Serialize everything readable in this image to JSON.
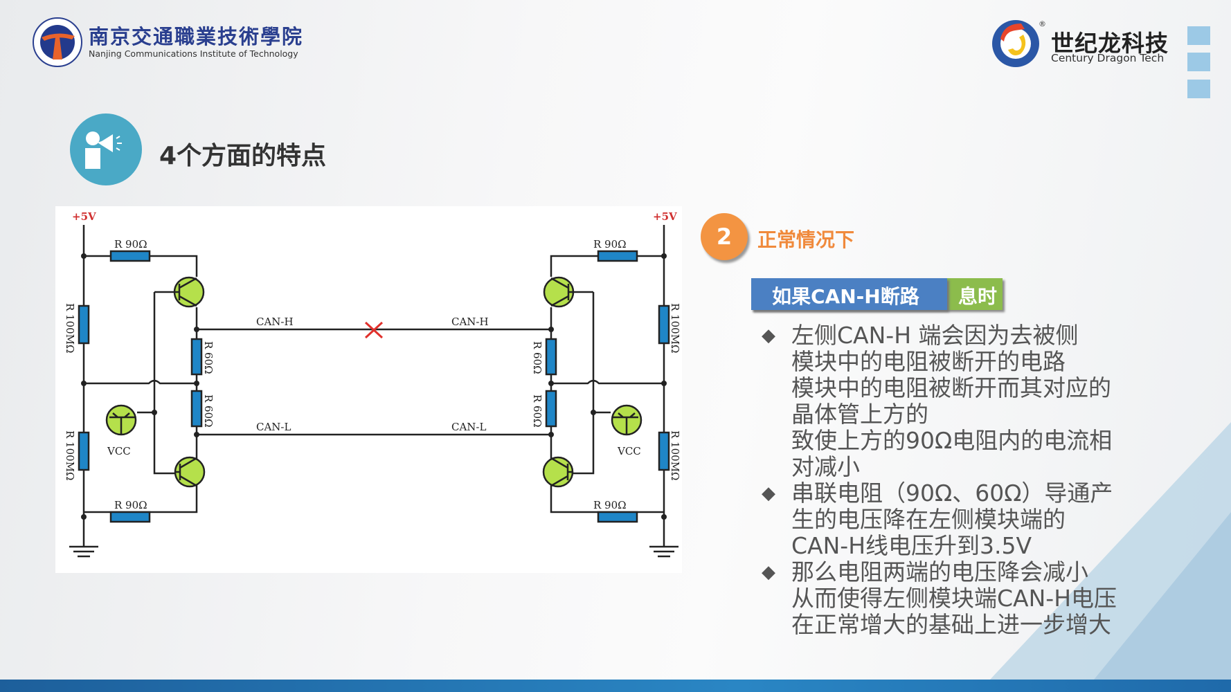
{
  "header": {
    "school_name_cn": "南京交通職業技術學院",
    "school_name_en": "Nanjing Communications Institute of Technology",
    "company_name_cn": "世纪龙科技",
    "company_name_en": "Century Dragon Tech",
    "registered_mark": "®"
  },
  "title": "4个方面的特点",
  "section": {
    "number": "2",
    "heading": "正常情况下",
    "banner_front": "如果CAN-H断路",
    "banner_back": "息时"
  },
  "circuit": {
    "vplus": "+5V",
    "r90": "R 90Ω",
    "r100m": "R 100MΩ",
    "r60": "R 60Ω",
    "can_h": "CAN-H",
    "can_l": "CAN-L",
    "vcc": "VCC"
  },
  "bullets_layer1": [
    "左侧CAN-H 端会因为去被侧",
    "模块中的电阻被断开的电路",
    "致使上方的90Ω电阻内的电流相",
    "对减小",
    "串联电阻（90Ω、60Ω）导通产",
    "生的电压降在左侧模块端的",
    "CAN-H线电压升到3.5V"
  ],
  "bullets_layer2": [
    "模块中的电阻被断开而其对应的",
    "晶体管上方的",
    "那么电阻两端的电压降会减小",
    "从而使得左侧模块端CAN-H电压",
    "在正常增大的基础上进一步增大"
  ],
  "colors": {
    "accent_orange": "#f39442",
    "banner_blue": "#4b80c3",
    "banner_green": "#8cbc4c",
    "icon_teal": "#4aa9c6"
  }
}
